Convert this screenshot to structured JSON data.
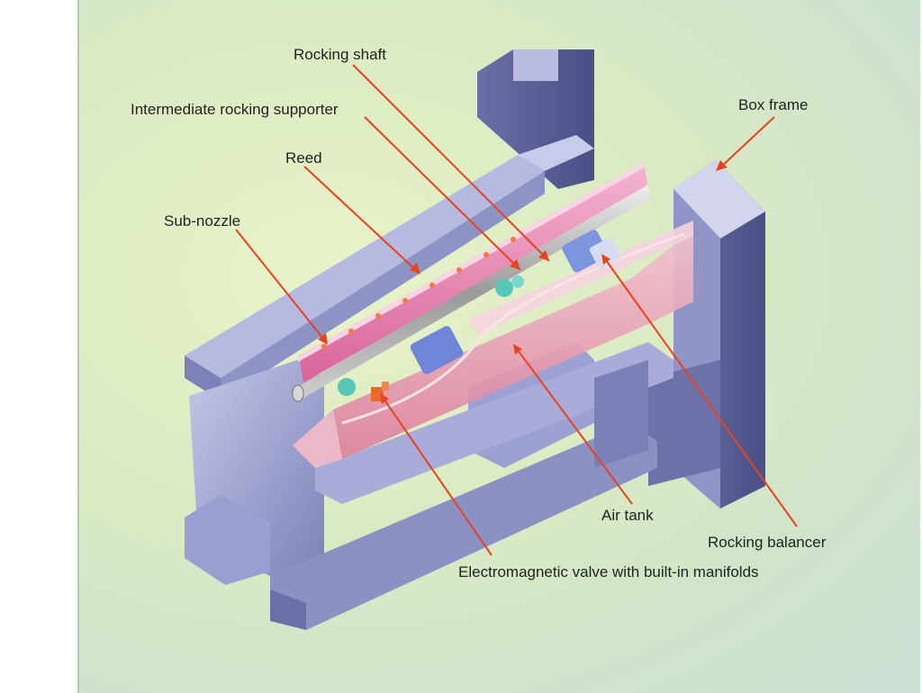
{
  "labels": {
    "rocking_shaft": "Rocking shaft",
    "intermediate_rocking_supporter": "Intermediate rocking supporter",
    "box_frame": "Box frame",
    "reed": "Reed",
    "sub_nozzle": "Sub-nozzle",
    "air_tank": "Air tank",
    "rocking_balancer": "Rocking balancer",
    "electromagnetic_valve": "Electromagnetic valve with built-in manifolds"
  },
  "colors": {
    "frame": "#8d92c4",
    "frame_dark": "#5a5f96",
    "frame_light": "#c3c6e6",
    "reed": "#e07aa6",
    "air_tank": "#e8a0b4",
    "leader_line": "#e8421e",
    "background": "#dcecc4"
  }
}
